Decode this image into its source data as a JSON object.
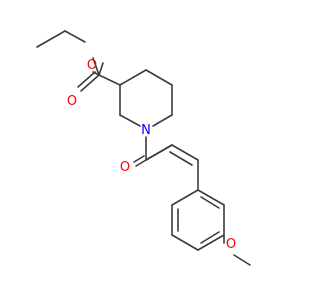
{
  "molecule": {
    "atom_labels": {
      "ester_carbonyl_oxygen": "O",
      "ester_ether_oxygen": "O",
      "ring_nitrogen": "N",
      "amide_carbonyl_oxygen": "O",
      "methoxy_oxygen": "O"
    },
    "colors": {
      "bond": "#3c3c3c",
      "oxygen": "#ff0000",
      "nitrogen": "#0000ff",
      "background": "#ffffff"
    }
  }
}
